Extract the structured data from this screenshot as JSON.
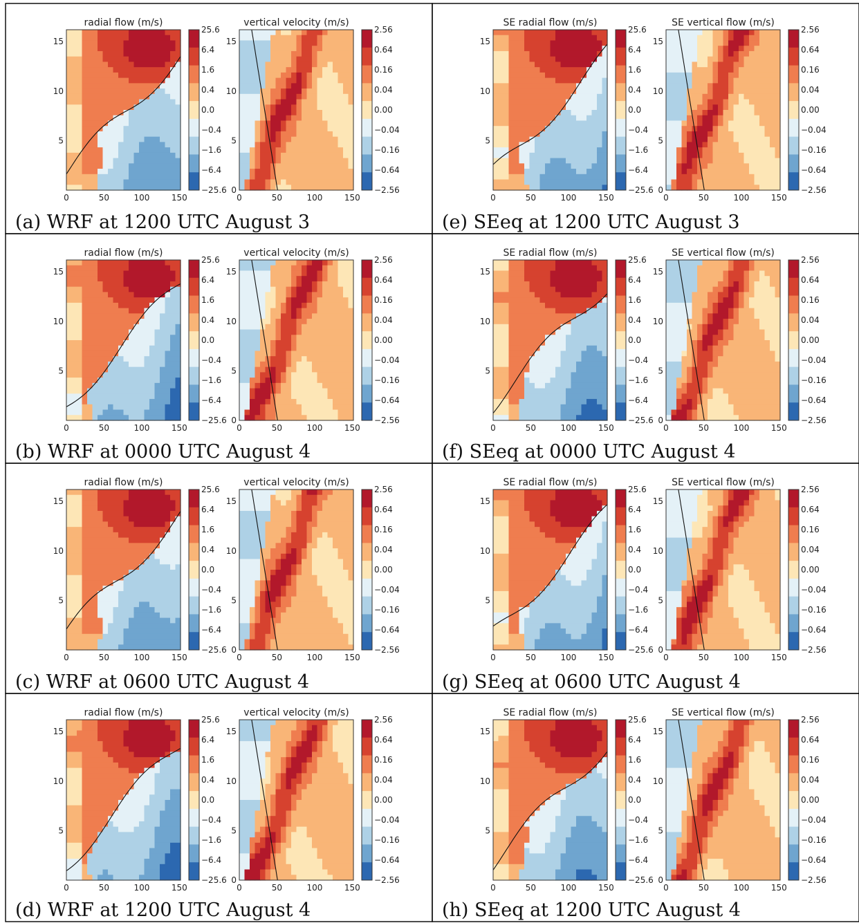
{
  "chart_data": [
    {
      "panel": "a",
      "caption": "(a) WRF at 1200 UTC August 3",
      "plots": [
        {
          "type": "heatmap",
          "title": "radial flow (m/s)",
          "kind": "radial",
          "x_ticks": [
            "0",
            "50",
            "100",
            "150"
          ],
          "y_ticks": [
            "5",
            "10",
            "15"
          ],
          "colorbar": [
            "25.6",
            "6.4",
            "1.6",
            "0.4",
            "0.0",
            "−0.4",
            "−1.6",
            "−6.4",
            "−25.6"
          ]
        },
        {
          "type": "heatmap",
          "title": "vertical velocity (m/s)",
          "kind": "vertical",
          "x_ticks": [
            "0",
            "50",
            "100",
            "150"
          ],
          "y_ticks": [
            "0",
            "5",
            "10",
            "15"
          ],
          "colorbar": [
            "2.56",
            "0.64",
            "0.16",
            "0.04",
            "0.00",
            "−0.04",
            "−0.16",
            "−0.64",
            "−2.56"
          ]
        }
      ]
    },
    {
      "panel": "e",
      "caption": "(e) SEeq at 1200 UTC August 3",
      "plots": [
        {
          "type": "heatmap",
          "title": "SE radial flow (m/s)",
          "kind": "radial",
          "x_ticks": [
            "0",
            "50",
            "100",
            "150"
          ],
          "y_ticks": [
            "5",
            "10",
            "15"
          ],
          "colorbar": [
            "25.6",
            "6.4",
            "1.6",
            "0.4",
            "0.0",
            "−0.4",
            "−1.6",
            "−6.4",
            "−25.6"
          ]
        },
        {
          "type": "heatmap",
          "title": "SE vertical flow (m/s)",
          "kind": "vertical",
          "x_ticks": [
            "0",
            "50",
            "100",
            "150"
          ],
          "y_ticks": [
            "0",
            "5",
            "10",
            "15"
          ],
          "colorbar": [
            "2.56",
            "0.64",
            "0.16",
            "0.04",
            "0.00",
            "−0.04",
            "−0.16",
            "−0.64",
            "−2.56"
          ]
        }
      ]
    },
    {
      "panel": "b",
      "caption": "(b) WRF at 0000 UTC August 4",
      "plots": [
        {
          "type": "heatmap",
          "title": "radial flow (m/s)",
          "kind": "radial",
          "x_ticks": [
            "0",
            "50",
            "100",
            "150"
          ],
          "y_ticks": [
            "5",
            "10",
            "15"
          ],
          "colorbar": [
            "25.6",
            "6.4",
            "1.6",
            "0.4",
            "0.0",
            "−0.4",
            "−1.6",
            "−6.4",
            "−25.6"
          ]
        },
        {
          "type": "heatmap",
          "title": "vertical velocity (m/s)",
          "kind": "vertical",
          "x_ticks": [
            "0",
            "50",
            "100",
            "150"
          ],
          "y_ticks": [
            "0",
            "5",
            "10",
            "15"
          ],
          "colorbar": [
            "2.56",
            "0.64",
            "0.16",
            "0.04",
            "0.00",
            "−0.04",
            "−0.16",
            "−0.64",
            "−2.56"
          ]
        }
      ]
    },
    {
      "panel": "f",
      "caption": "(f) SEeq at 0000 UTC August 4",
      "plots": [
        {
          "type": "heatmap",
          "title": "SE radial flow (m/s)",
          "kind": "radial",
          "x_ticks": [
            "0",
            "50",
            "100",
            "150"
          ],
          "y_ticks": [
            "5",
            "10",
            "15"
          ],
          "colorbar": [
            "25.6",
            "6.4",
            "1.6",
            "0.4",
            "0.0",
            "−0.4",
            "−1.6",
            "−6.4",
            "−25.6"
          ]
        },
        {
          "type": "heatmap",
          "title": "SE vertical flow (m/s)",
          "kind": "vertical",
          "x_ticks": [
            "0",
            "50",
            "100",
            "150"
          ],
          "y_ticks": [
            "0",
            "5",
            "10",
            "15"
          ],
          "colorbar": [
            "2.56",
            "0.64",
            "0.16",
            "0.04",
            "0.00",
            "−0.04",
            "−0.16",
            "−0.64",
            "−2.56"
          ]
        }
      ]
    },
    {
      "panel": "c",
      "caption": "(c) WRF at 0600 UTC August 4",
      "plots": [
        {
          "type": "heatmap",
          "title": "radial flow (m/s)",
          "kind": "radial",
          "x_ticks": [
            "0",
            "50",
            "100",
            "150"
          ],
          "y_ticks": [
            "5",
            "10",
            "15"
          ],
          "colorbar": [
            "25.6",
            "6.4",
            "1.6",
            "0.4",
            "0.0",
            "−0.4",
            "−1.6",
            "−6.4",
            "−25.6"
          ]
        },
        {
          "type": "heatmap",
          "title": "vertical velocity (m/s)",
          "kind": "vertical",
          "x_ticks": [
            "0",
            "50",
            "100",
            "150"
          ],
          "y_ticks": [
            "0",
            "5",
            "10",
            "15"
          ],
          "colorbar": [
            "2.56",
            "0.64",
            "0.16",
            "0.04",
            "0.00",
            "−0.04",
            "−0.16",
            "−0.64",
            "−2.56"
          ]
        }
      ]
    },
    {
      "panel": "g",
      "caption": "(g) SEeq at 0600 UTC August 4",
      "plots": [
        {
          "type": "heatmap",
          "title": "SE radial flow (m/s)",
          "kind": "radial",
          "x_ticks": [
            "0",
            "50",
            "100",
            "150"
          ],
          "y_ticks": [
            "5",
            "10",
            "15"
          ],
          "colorbar": [
            "25.6",
            "6.4",
            "1.6",
            "0.4",
            "0.0",
            "−0.4",
            "−1.6",
            "−6.4",
            "−25.6"
          ]
        },
        {
          "type": "heatmap",
          "title": "SE vertical flow (m/s)",
          "kind": "vertical",
          "x_ticks": [
            "0",
            "50",
            "100",
            "150"
          ],
          "y_ticks": [
            "0",
            "5",
            "10",
            "15"
          ],
          "colorbar": [
            "2.56",
            "0.64",
            "0.16",
            "0.04",
            "0.00",
            "−0.04",
            "−0.16",
            "−0.64",
            "−2.56"
          ]
        }
      ]
    },
    {
      "panel": "d",
      "caption": "(d) WRF at 1200 UTC August 4",
      "plots": [
        {
          "type": "heatmap",
          "title": "radial flow (m/s)",
          "kind": "radial",
          "x_ticks": [
            "0",
            "50",
            "100",
            "150"
          ],
          "y_ticks": [
            "5",
            "10",
            "15"
          ],
          "colorbar": [
            "25.6",
            "6.4",
            "1.6",
            "0.4",
            "0.0",
            "−0.4",
            "−1.6",
            "−6.4",
            "−25.6"
          ]
        },
        {
          "type": "heatmap",
          "title": "vertical velocity (m/s)",
          "kind": "vertical",
          "x_ticks": [
            "0",
            "50",
            "100",
            "150"
          ],
          "y_ticks": [
            "0",
            "5",
            "10",
            "15"
          ],
          "colorbar": [
            "2.56",
            "0.64",
            "0.16",
            "0.04",
            "0.00",
            "−0.04",
            "−0.16",
            "−0.64",
            "−2.56"
          ]
        }
      ]
    },
    {
      "panel": "h",
      "caption": "(h) SEeq at 1200 UTC August 4",
      "plots": [
        {
          "type": "heatmap",
          "title": "SE radial flow (m/s)",
          "kind": "radial",
          "x_ticks": [
            "0",
            "50",
            "100",
            "150"
          ],
          "y_ticks": [
            "5",
            "10",
            "15"
          ],
          "colorbar": [
            "25.6",
            "6.4",
            "1.6",
            "0.4",
            "0.0",
            "−0.4",
            "−1.6",
            "−6.4",
            "−25.6"
          ]
        },
        {
          "type": "heatmap",
          "title": "SE vertical flow (m/s)",
          "kind": "vertical",
          "x_ticks": [
            "0",
            "50",
            "100",
            "150"
          ],
          "y_ticks": [
            "0",
            "5",
            "10",
            "15"
          ],
          "colorbar": [
            "2.56",
            "0.64",
            "0.16",
            "0.04",
            "0.00",
            "−0.04",
            "−0.16",
            "−0.64",
            "−2.56"
          ]
        }
      ]
    }
  ],
  "colormap": [
    "#b2182b",
    "#d6422f",
    "#ef7d4f",
    "#f9b577",
    "#fde6b6",
    "#e4f1f7",
    "#aed1e6",
    "#6fa5cf",
    "#2c68b0"
  ]
}
